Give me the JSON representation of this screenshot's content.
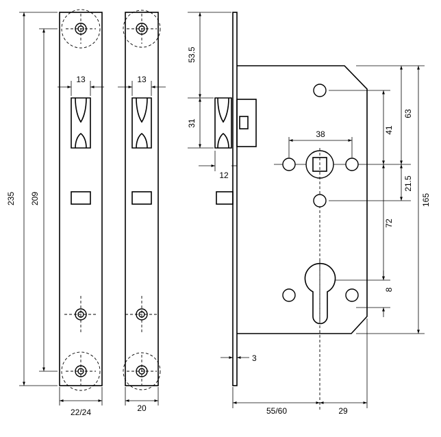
{
  "dimensions": {
    "plate_total_length": "235",
    "plate_screw_spacing": "209",
    "plate1_slot_width": "13",
    "plate2_slot_width": "13",
    "plate1_width": "22/24",
    "plate2_width": "20",
    "bolt_offset_top": "53.5",
    "bolt_height": "31",
    "bolt_projection": "12",
    "faceplate_thickness": "3",
    "spindle_hole_spacing": "38",
    "top_hole_to_spindle": "41",
    "top_to_spindle": "63",
    "spindle_to_lower_hole": "21.5",
    "spindle_to_cylinder": "72",
    "cylinder_offset": "8",
    "case_height": "165",
    "backset": "55/60",
    "cylinder_to_back": "29"
  },
  "colors": {
    "line": "#000000",
    "background": "#ffffff"
  }
}
